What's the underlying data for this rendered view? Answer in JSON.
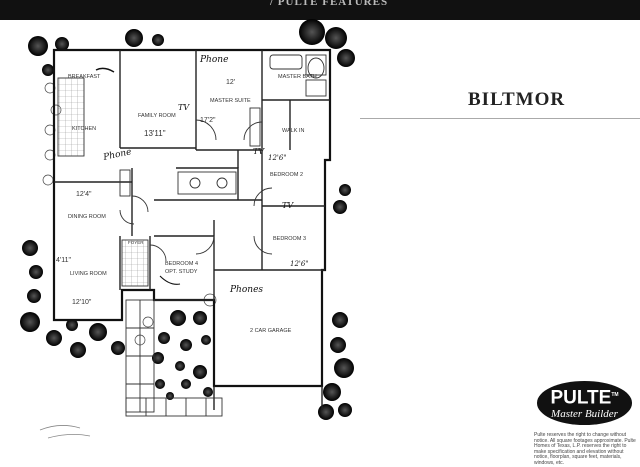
{
  "header": {
    "banner_text": "/ PULTE FEATURES"
  },
  "plan": {
    "name": "BILTMOR",
    "rooms": {
      "breakfast": "BREAKFAST",
      "kitchen": "KITCHEN",
      "family_room": "FAMILY ROOM",
      "family_room_dim": "13'11\"",
      "master_suite": "MASTER SUITE",
      "master_suite_dim_w": "12'",
      "master_suite_dim_h": "17'2\"",
      "master_bath": "MASTER BATH",
      "walk_in": "WALK IN",
      "bedroom_2": "BEDROOM 2",
      "bedroom_3": "BEDROOM 3",
      "dining_room": "DINING ROOM",
      "dining_dim": "12'4\"",
      "living_room": "LIVING ROOM",
      "living_dim_w": "12'10\"",
      "living_dim_h": "4'11\"",
      "bedroom_4": "BEDROOM 4",
      "bedroom_4_sub": "OPT. STUDY",
      "foyer": "FOYER",
      "garage": "2 CAR GARAGE"
    },
    "handwritten": {
      "phone_1": "Phone",
      "phone_2": "Phone",
      "phones": "Phones",
      "tv_1": "TV",
      "tv_2": "TV",
      "tv_3": "TV",
      "dim_1": "12'6\"",
      "dim_2": "12'6\""
    }
  },
  "brand": {
    "logo_text": "PULTE",
    "logo_tm": "TM",
    "logo_sub": "Master Builder",
    "disclaimer": "Pulte reserves the right to change without notice. All square footages approximate. Pulte Homes of Texas, L.P. reserves the right to make specification and elevation without notice, floorplan, square feet, materials, windows, etc."
  }
}
